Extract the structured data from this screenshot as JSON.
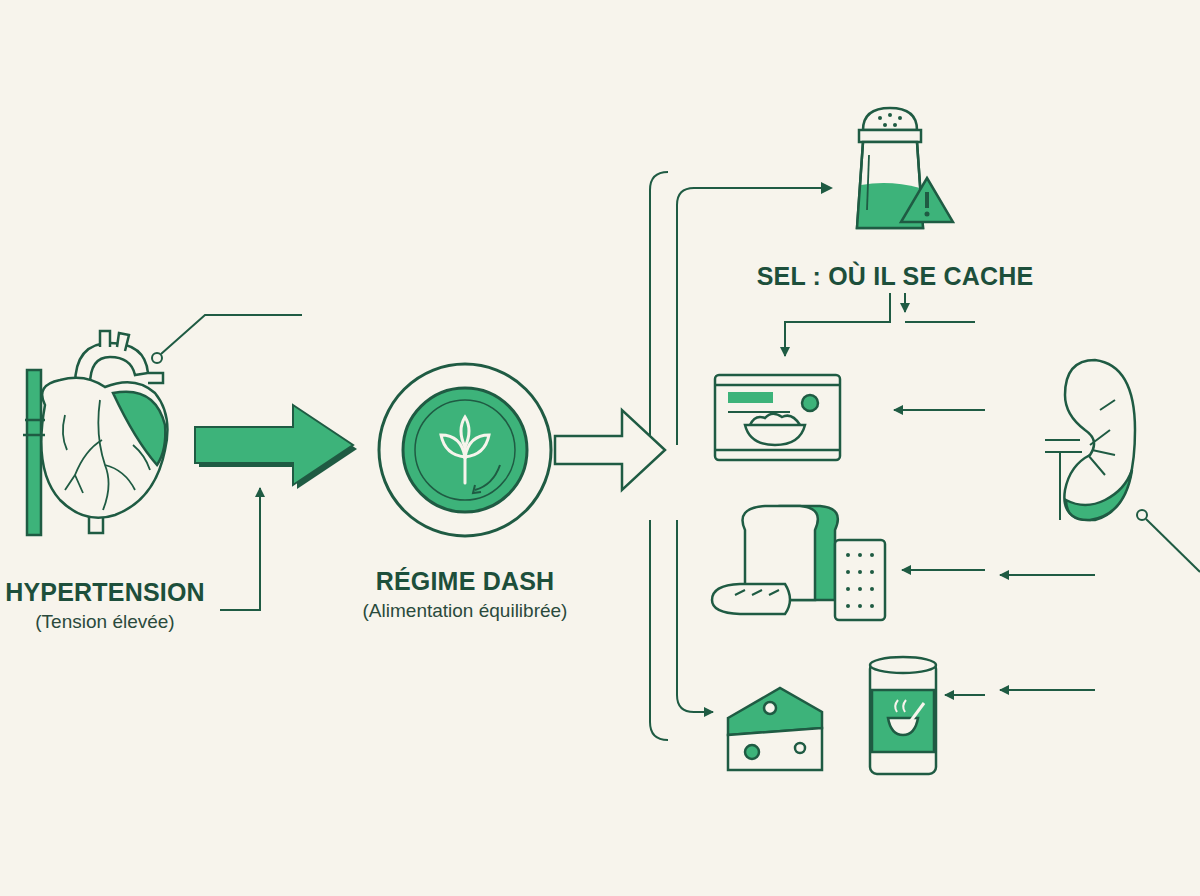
{
  "diagram": {
    "nodes": [
      {
        "text": [
          "HYPERTENSION",
          "(Tension élevée)"
        ]
      },
      {
        "text": [
          "RÉGIME DASH",
          "(Alimentation équilibrée)"
        ]
      },
      {
        "text": [
          "SEL : OÙ IL SE CACHE"
        ]
      }
    ],
    "edges": [
      {
        "from": 0,
        "to": 1,
        "arrow": "to"
      },
      {
        "from": 1,
        "to": 2,
        "arrow": "to"
      }
    ]
  }
}
